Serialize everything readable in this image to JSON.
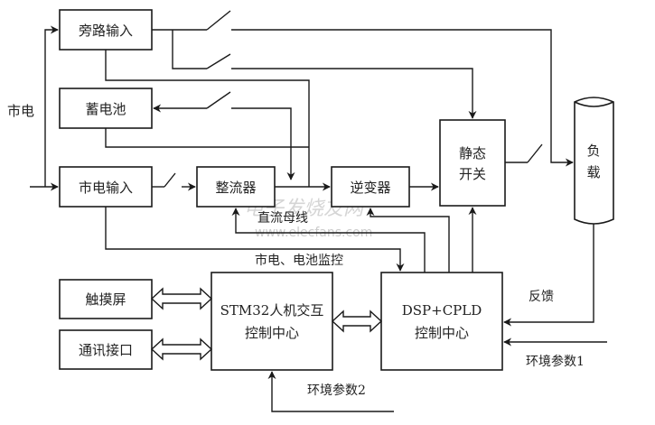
{
  "diagram": {
    "title": "UPS system block diagram",
    "blocks": {
      "bypass_input": "旁路输入",
      "battery": "蓄电池",
      "mains_input": "市电输入",
      "rectifier": "整流器",
      "inverter": "逆变器",
      "static_switch_line1": "静态",
      "static_switch_line2": "开关",
      "load_line1": "负",
      "load_line2": "载",
      "touchscreen": "触摸屏",
      "comm_interface": "通讯接口",
      "stm32_line1": "STM32人机交互",
      "stm32_line2": "控制中心",
      "dsp_line1": "DSP+CPLD",
      "dsp_line2": "控制中心"
    },
    "labels": {
      "mains": "市电",
      "dc_bus": "直流母线",
      "mains_battery_monitor": "市电、电池监控",
      "feedback": "反馈",
      "env_param_1": "环境参数1",
      "env_param_2": "环境参数2"
    },
    "watermark": {
      "text_cn": "电子发烧友网",
      "url": "www.elecfans.com"
    }
  }
}
